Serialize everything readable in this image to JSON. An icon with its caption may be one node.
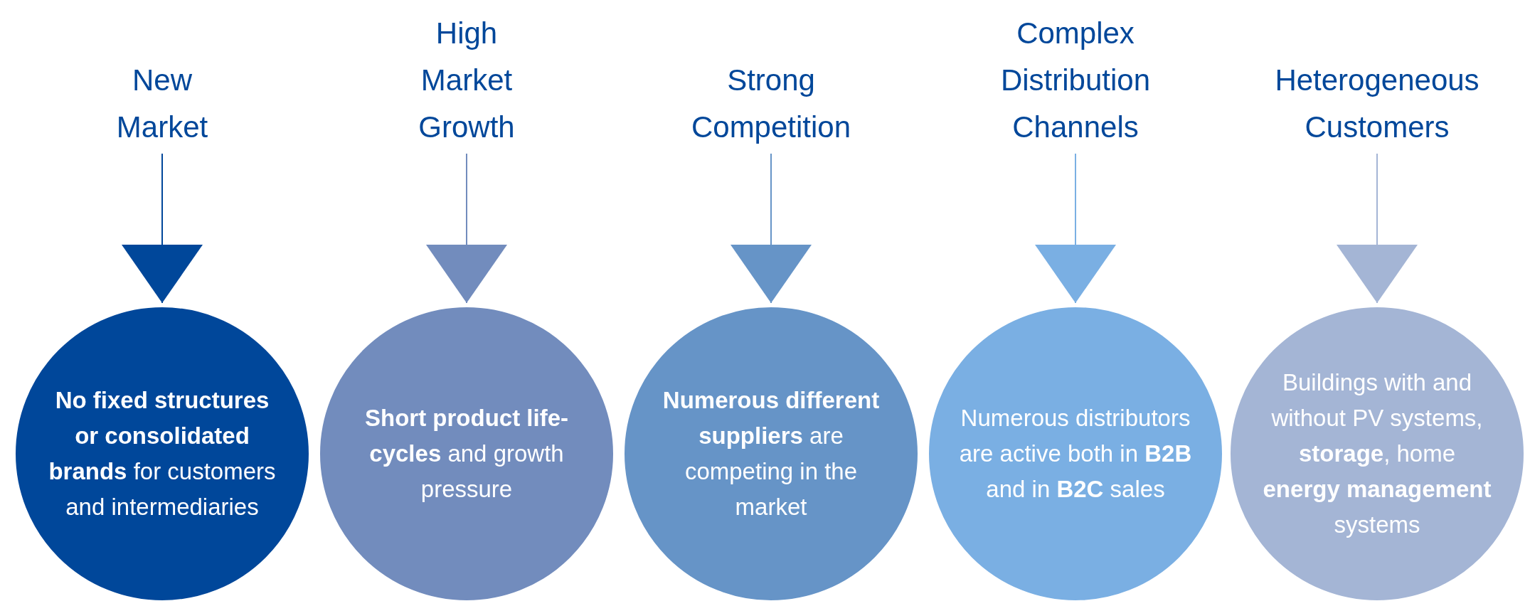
{
  "diagram": {
    "nodes": [
      {
        "text": [
          "New Market"
        ]
      },
      {
        "text": [
          "High Market Growth"
        ]
      },
      {
        "text": [
          "Strong Competition"
        ]
      },
      {
        "text": [
          "Complex Distribution Channels"
        ]
      },
      {
        "text": [
          "Heterogeneous Customers"
        ]
      },
      {
        "text": [
          "**No fixed structures or consolidated brands** for customers and intermediaries"
        ]
      },
      {
        "text": [
          "**Short product life-cycles** and growth pressure"
        ]
      },
      {
        "text": [
          "**Numerous different suppliers** are competing in the market"
        ]
      },
      {
        "text": [
          "Numerous distributors are active both in **B2B** and in **B2C** sales"
        ]
      },
      {
        "text": [
          "Buildings with and without PV systems, **storage**, home **energy management** systems"
        ]
      }
    ],
    "edges": [
      {
        "from": 0,
        "to": 5,
        "arrow": "to",
        "color": "#00479a"
      },
      {
        "from": 1,
        "to": 6,
        "arrow": "to",
        "color": "#728cbd"
      },
      {
        "from": 2,
        "to": 7,
        "arrow": "to",
        "color": "#6694c7"
      },
      {
        "from": 3,
        "to": 8,
        "arrow": "to",
        "color": "#7aafe3"
      },
      {
        "from": 4,
        "to": 9,
        "arrow": "to",
        "color": "#a4b5d5"
      }
    ]
  }
}
